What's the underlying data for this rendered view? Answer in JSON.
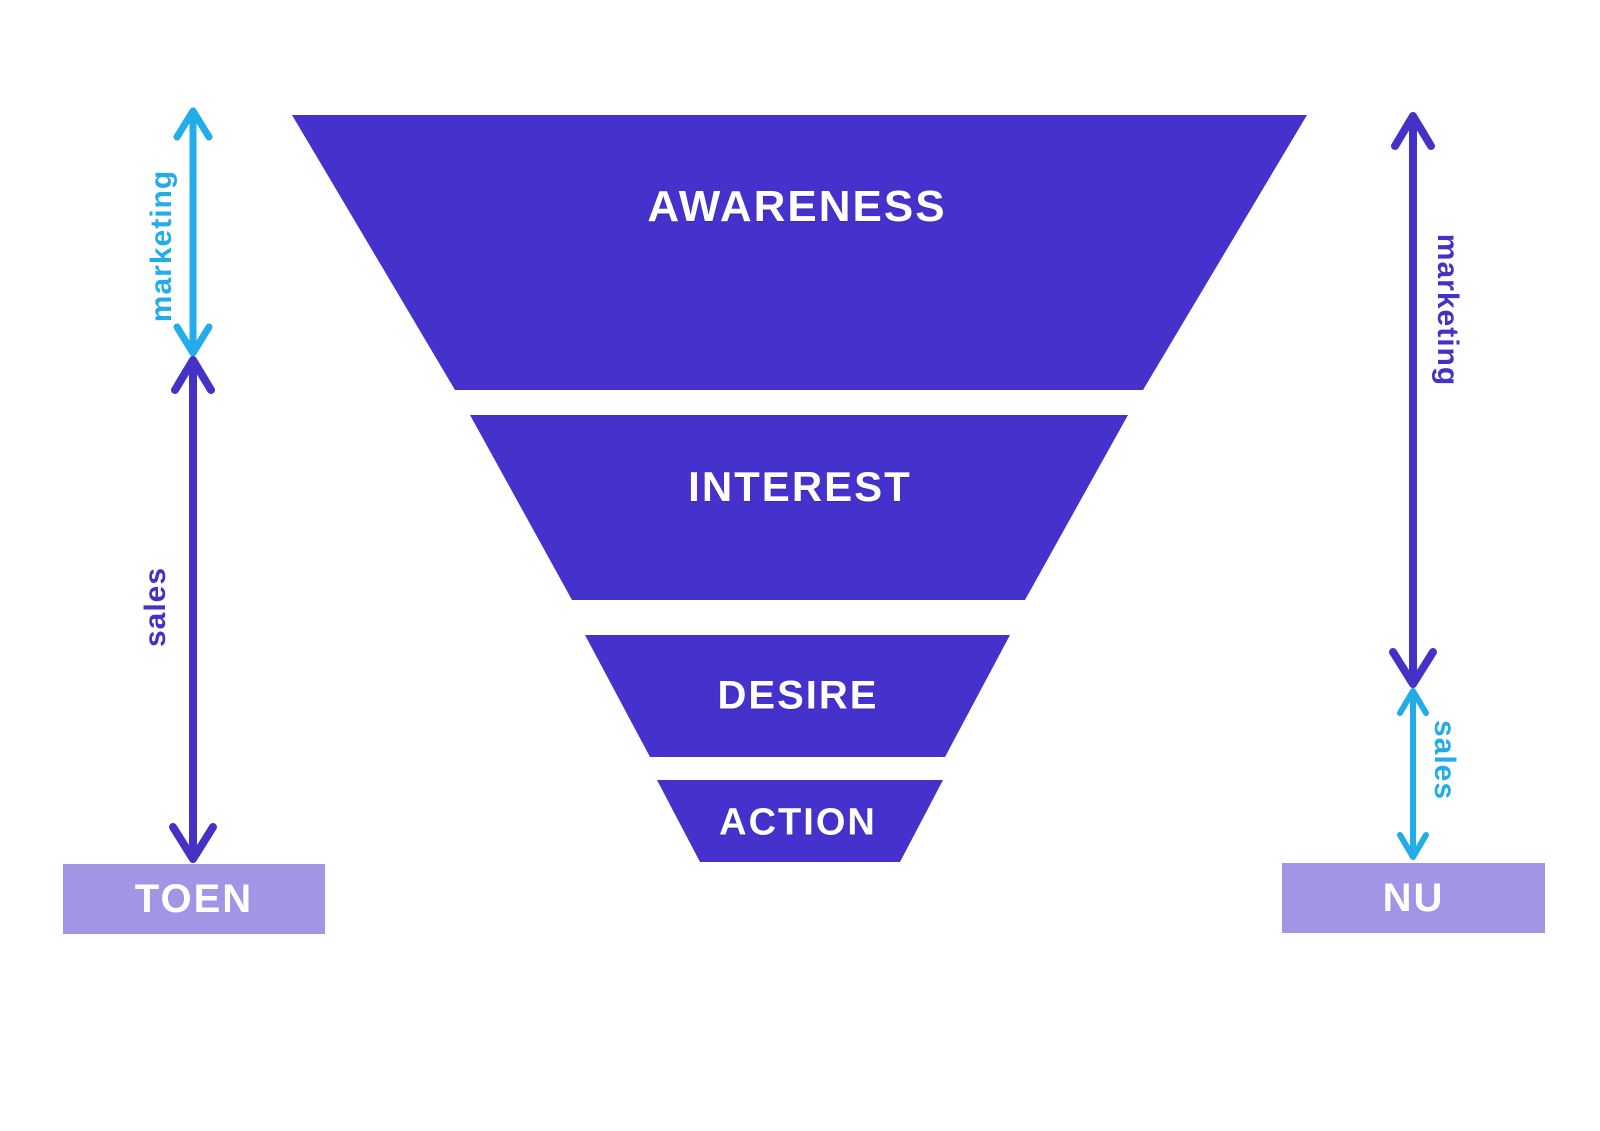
{
  "colors": {
    "funnel_purple": "#4531CB",
    "accent_purple": "#4431C6",
    "accent_cyan": "#23ACEA",
    "box_lavender": "#A295E6",
    "stage_text": "#FFFFFF",
    "background": "#FFFFFF"
  },
  "funnel": {
    "type": "funnel",
    "stages": [
      {
        "label": "AWARENESS"
      },
      {
        "label": "INTEREST"
      },
      {
        "label": "DESIRE"
      },
      {
        "label": "ACTION"
      }
    ]
  },
  "left_annotations": {
    "marketing_label": "marketing",
    "sales_label": "sales",
    "box_label": "TOEN"
  },
  "right_annotations": {
    "marketing_label": "marketing",
    "sales_label": "sales",
    "box_label": "NU"
  }
}
